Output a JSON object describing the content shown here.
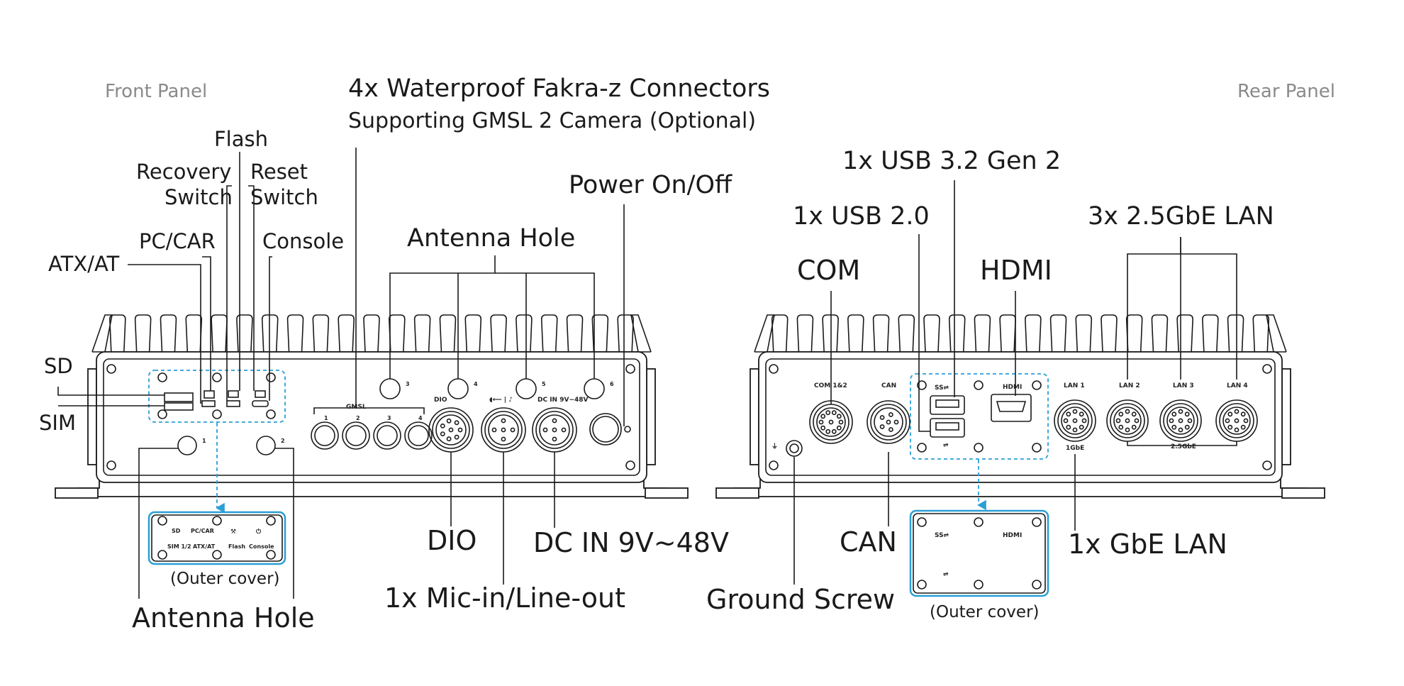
{
  "headers": {
    "front": "Front Panel",
    "rear": "Rear Panel"
  },
  "front_labels": {
    "fakra_title": "4x Waterproof Fakra-z Connectors",
    "fakra_subtitle": "Supporting GMSL 2 Camera (Optional)",
    "flash": "Flash",
    "recovery_1": "Recovery",
    "recovery_2": "Switch",
    "reset_1": "Reset",
    "reset_2": "Switch",
    "power": "Power On/Off",
    "antenna_top": "Antenna Hole",
    "pc_car": "PC/CAR",
    "console": "Console",
    "atx_at": "ATX/AT",
    "sd": "SD",
    "sim": "SIM",
    "dio": "DIO",
    "dc_in": "DC IN 9V~48V",
    "mic": "1x Mic-in/Line-out",
    "antenna_bottom": "Antenna Hole",
    "outer_cover": "(Outer cover)"
  },
  "rear_labels": {
    "usb32": "1x USB 3.2 Gen 2",
    "usb20": "1x USB 2.0",
    "lan25": "3x 2.5GbE LAN",
    "com": "COM",
    "hdmi": "HDMI",
    "can": "CAN",
    "gbe": "1x GbE LAN",
    "ground": "Ground Screw",
    "outer_cover": "(Outer cover)"
  },
  "front_panel_print": {
    "gmsl": "GMSL",
    "ch1": "1",
    "ch2": "2",
    "ch3": "3",
    "ch4": "4",
    "dio": "DIO",
    "dc_in": "DC IN 9V~48V",
    "ant1": "1",
    "ant2": "2",
    "ant3": "3",
    "ant4": "4",
    "ant5": "5",
    "ant6": "6"
  },
  "front_cover_print": {
    "sd": "SD",
    "pc_car": "PC/CAR",
    "sim": "SIM 1/2",
    "atx": "ATX/AT",
    "flash": "Flash",
    "console": "Console"
  },
  "rear_panel_print": {
    "com": "COM 1&2",
    "can": "CAN",
    "hdmi": "HDMI",
    "lan1": "LAN 1",
    "lan2": "LAN 2",
    "lan3": "LAN 3",
    "lan4": "LAN 4",
    "gbe": "1GbE",
    "lan25": "2.5GbE"
  },
  "rear_cover_print": {
    "hdmi": "HDMI"
  },
  "icons": {
    "antenna": "antenna-icon",
    "usb": "usb-icon",
    "ground": "ground-icon",
    "flash": "wrench-icon",
    "power": "power-icon"
  },
  "colors": {
    "line": "#1a1a1a",
    "accent": "#2a9fd6",
    "header": "#8a8a8a"
  }
}
